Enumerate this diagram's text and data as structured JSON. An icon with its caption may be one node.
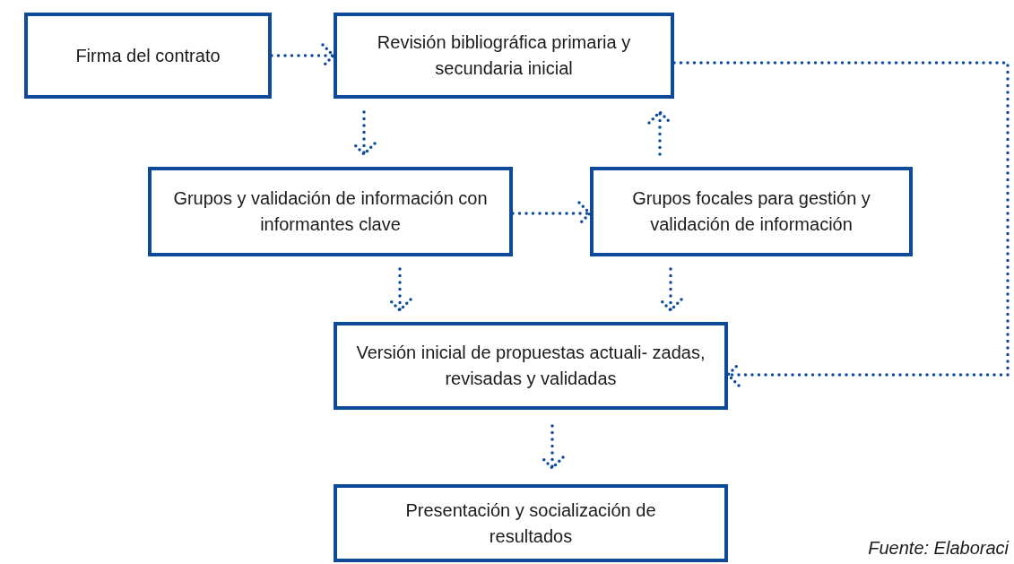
{
  "diagram": {
    "nodes": [
      {
        "text": [
          "Firma del contrato"
        ]
      },
      {
        "text": [
          "Revisión bibliográfica primaria y secundaria inicial"
        ]
      },
      {
        "text": [
          "Grupos y validación de información con informantes clave"
        ]
      },
      {
        "text": [
          "Grupos focales para gestión y validación de información"
        ]
      },
      {
        "text": [
          "Versión inicial de propuestas actuali- zadas, revisadas y validadas"
        ]
      },
      {
        "text": [
          "Presentación y socialización de resultados"
        ]
      }
    ],
    "edges": [
      {
        "from": 0,
        "to": 1,
        "arrow": "to"
      },
      {
        "from": 1,
        "to": 2,
        "arrow": "to"
      },
      {
        "from": 3,
        "to": 1,
        "arrow": "to"
      },
      {
        "from": 2,
        "to": 3,
        "arrow": "to"
      },
      {
        "from": 2,
        "to": 4,
        "arrow": "to"
      },
      {
        "from": 3,
        "to": 4,
        "arrow": "to"
      },
      {
        "from": 1,
        "to": 4,
        "arrow": "to"
      },
      {
        "from": 4,
        "to": 5,
        "arrow": "to"
      }
    ],
    "labels": [
      "Fuente: Elaboraci"
    ]
  }
}
